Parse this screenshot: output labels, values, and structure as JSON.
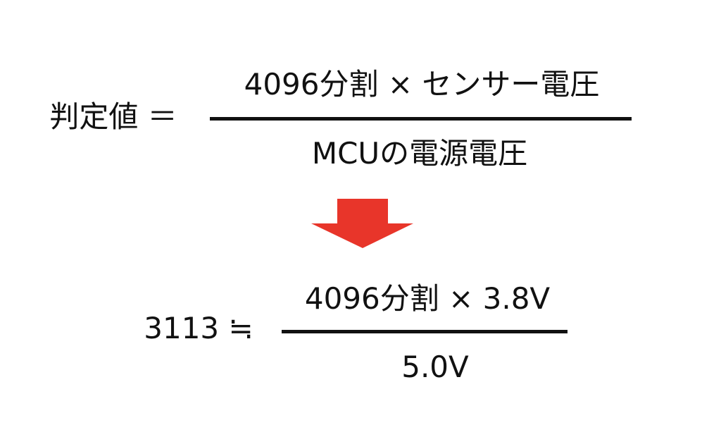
{
  "formula_general": {
    "lhs": "判定値 ＝",
    "numerator": "4096分割 × センサー電圧",
    "denominator": "MCUの電源電圧"
  },
  "arrow": {
    "icon": "down-arrow-icon",
    "color": "#e8352a"
  },
  "formula_example": {
    "lhs": "3113 ≒",
    "numerator": "4096分割 × 3.8V",
    "denominator": "5.0V"
  }
}
